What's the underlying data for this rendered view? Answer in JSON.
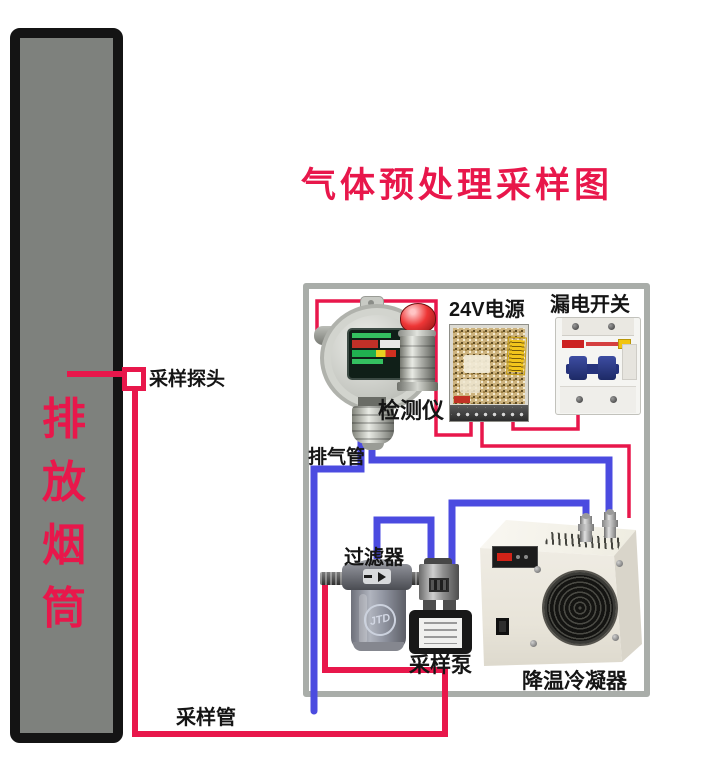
{
  "title": "气体预处理采样图",
  "chimney": {
    "label": "排放烟筒",
    "chars": [
      "排",
      "放",
      "烟",
      "筒"
    ]
  },
  "labels": {
    "probe": "采样探头",
    "detector": "检测仪",
    "power_supply": "24V电源",
    "breaker": "漏电开关",
    "exhaust_pipe": "排气管",
    "filter": "过滤器",
    "pump": "采样泵",
    "condenser": "降温冷凝器",
    "sample_pipe": "采样管"
  },
  "devices": {
    "filter_logo": "JTD"
  },
  "colors": {
    "line_red": "#e8174b",
    "pipe_blue": "#4b4be0",
    "panel_border_gray": "#a9ada9",
    "chimney_gray": "#7e817d"
  }
}
